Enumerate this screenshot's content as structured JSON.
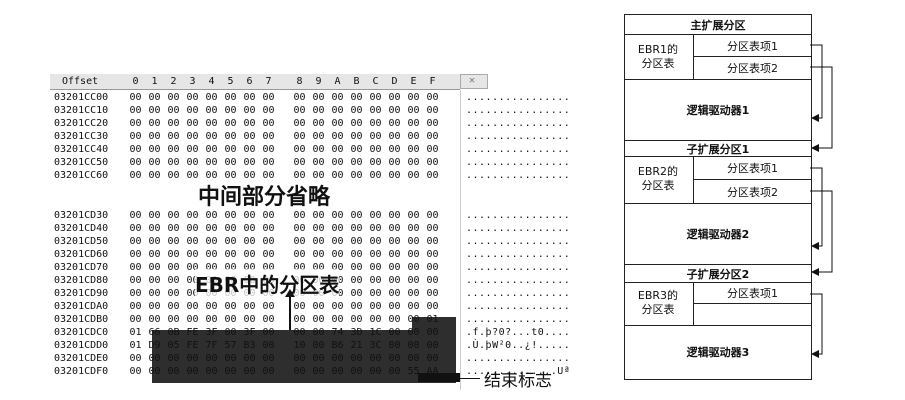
{
  "hex_view": {
    "offset_header": "Offset",
    "column_headers": [
      "0",
      "1",
      "2",
      "3",
      "4",
      "5",
      "6",
      "7",
      "8",
      "9",
      "A",
      "B",
      "C",
      "D",
      "E",
      "F"
    ],
    "close_glyph": "✕",
    "rows_top": [
      {
        "offset": "03201CC00",
        "bytes": "00 00 00 00 00 00 00 00 00 00 00 00 00 00 00 00",
        "ascii": "................"
      },
      {
        "offset": "03201CC10",
        "bytes": "00 00 00 00 00 00 00 00 00 00 00 00 00 00 00 00",
        "ascii": "................"
      },
      {
        "offset": "03201CC20",
        "bytes": "00 00 00 00 00 00 00 00 00 00 00 00 00 00 00 00",
        "ascii": "................"
      },
      {
        "offset": "03201CC30",
        "bytes": "00 00 00 00 00 00 00 00 00 00 00 00 00 00 00 00",
        "ascii": "................"
      },
      {
        "offset": "03201CC40",
        "bytes": "00 00 00 00 00 00 00 00 00 00 00 00 00 00 00 00",
        "ascii": "................"
      },
      {
        "offset": "03201CC50",
        "bytes": "00 00 00 00 00 00 00 00 00 00 00 00 00 00 00 00",
        "ascii": "................"
      },
      {
        "offset": "03201CC60",
        "bytes": "00 00 00 00 00 00 00 00 00 00 00 00 00 00 00 00",
        "ascii": "................"
      }
    ],
    "rows_bottom": [
      {
        "offset": "03201CD30",
        "bytes": "00 00 00 00 00 00 00 00 00 00 00 00 00 00 00 00",
        "ascii": "................"
      },
      {
        "offset": "03201CD40",
        "bytes": "00 00 00 00 00 00 00 00 00 00 00 00 00 00 00 00",
        "ascii": "................"
      },
      {
        "offset": "03201CD50",
        "bytes": "00 00 00 00 00 00 00 00 00 00 00 00 00 00 00 00",
        "ascii": "................"
      },
      {
        "offset": "03201CD60",
        "bytes": "00 00 00 00 00 00 00 00 00 00 00 00 00 00 00 00",
        "ascii": "................"
      },
      {
        "offset": "03201CD70",
        "bytes": "00 00 00 00 00 00 00 00 00 00 00 00 00 00 00 00",
        "ascii": "................"
      },
      {
        "offset": "03201CD80",
        "bytes": "00 00 00 00 00 00 00 00 00 00 00 00 00 00 00 00",
        "ascii": "................"
      },
      {
        "offset": "03201CD90",
        "bytes": "00 00 00 00 00 00 00 00 00 00 00 00 00 00 00 00",
        "ascii": "................"
      },
      {
        "offset": "03201CDA0",
        "bytes": "00 00 00 00 00 00 00 00 00 00 00 00 00 00 00 00",
        "ascii": "................"
      },
      {
        "offset": "03201CDB0",
        "bytes": "00 00 00 00 00 00 00 00 00 00 00 00 00 00 00 01",
        "ascii": "................"
      },
      {
        "offset": "03201CDC0",
        "bytes": "01 66 0B FE 3F 00 3F 00 00 00 74 3D 1C 00 00 00",
        "ascii": ".f.þ?0?...t0...."
      },
      {
        "offset": "03201CDD0",
        "bytes": "01 D9 05 FE 7F 57 B3 00 10 00 B6 21 3C 00 00 00",
        "ascii": ".Ù.þW²0..¿!....."
      },
      {
        "offset": "03201CDE0",
        "bytes": "00 00 00 00 00 00 00 00 00 00 00 00 00 00 00 00",
        "ascii": "................"
      },
      {
        "offset": "03201CDF0",
        "bytes": "00 00 00 00 00 00 00 00 00 00 00 00 00 00 55 AA",
        "ascii": "..............Uª"
      }
    ],
    "label_middle_omitted": "中间部分省略",
    "label_ebr_table": "EBR中的分区表",
    "label_end_mark": "结束标志"
  },
  "layout_diagram": {
    "primary_extended": "主扩展分区",
    "ebr1": "EBR1的\n分区表",
    "ebr2": "EBR2的\n分区表",
    "ebr3": "EBR3的\n分区表",
    "entry1": "分区表项1",
    "entry2": "分区表项2",
    "logical1": "逻辑驱动器1",
    "logical2": "逻辑驱动器2",
    "logical3": "逻辑驱动器3",
    "sub_ext1": "子扩展分区1",
    "sub_ext2": "子扩展分区2"
  }
}
